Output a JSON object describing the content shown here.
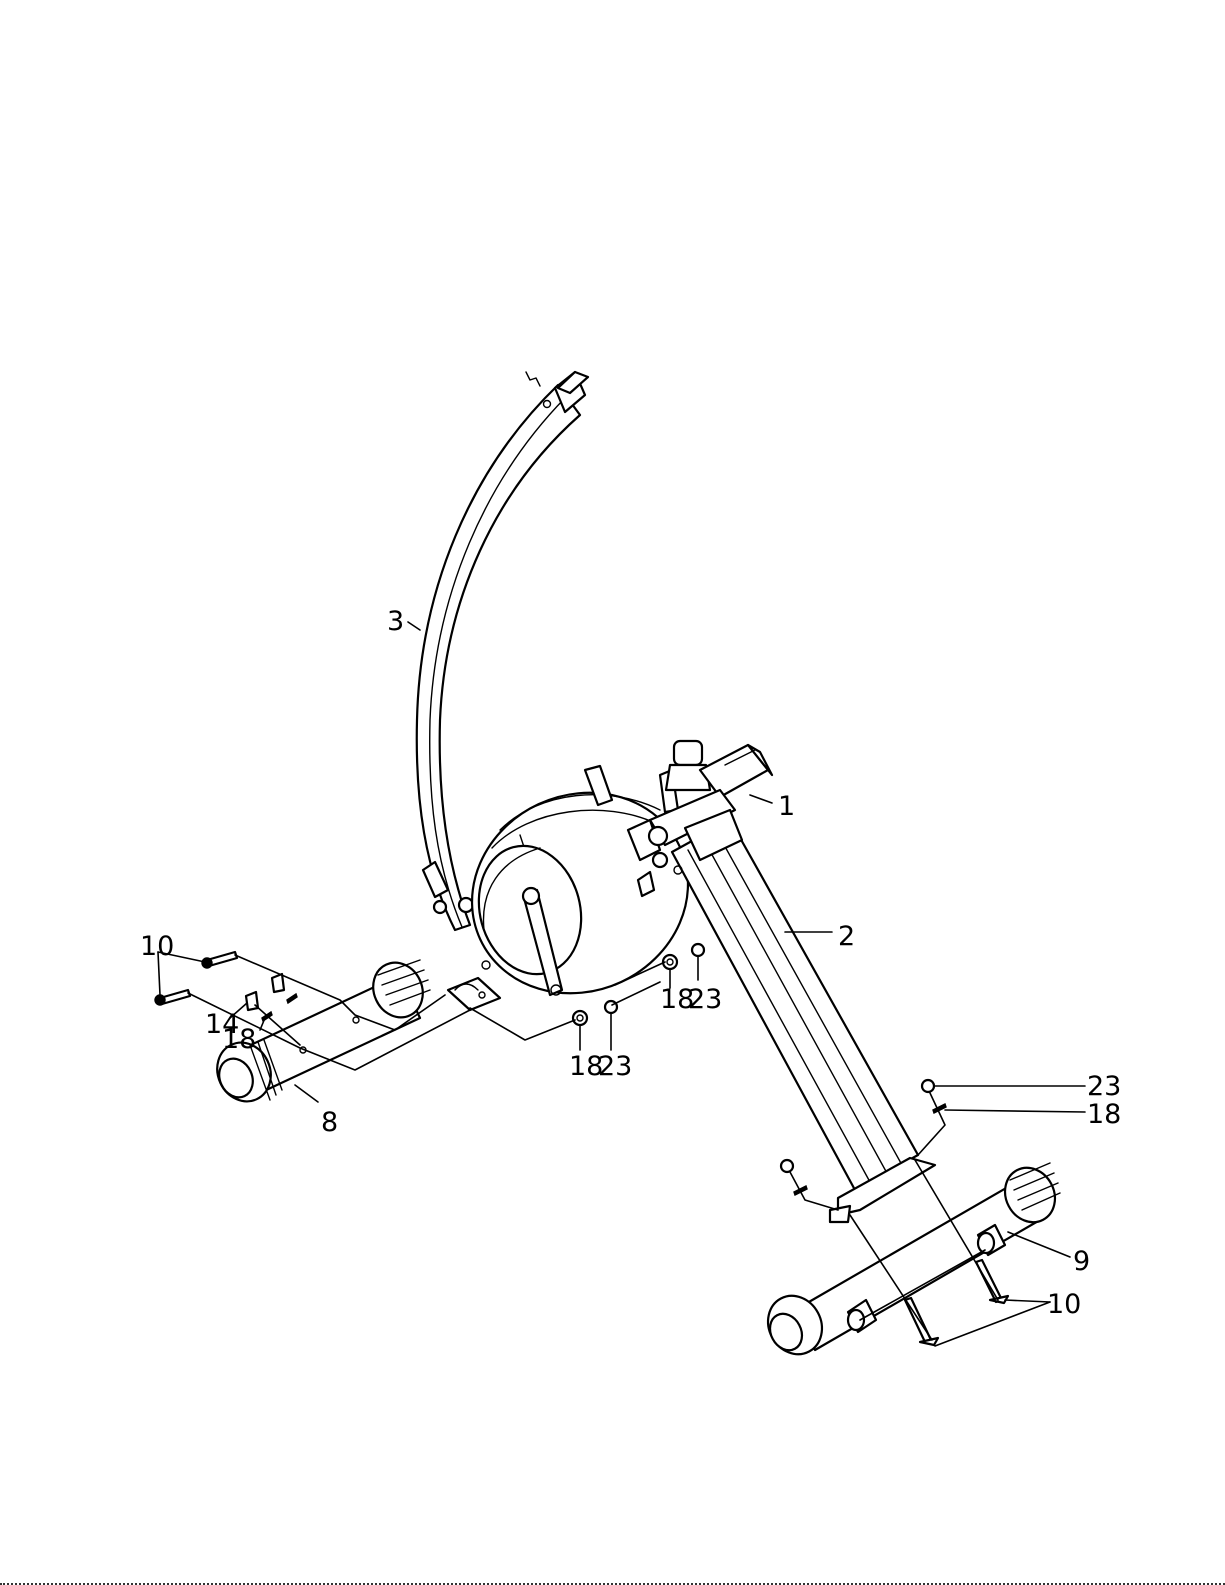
{
  "callouts": [
    {
      "id": "c-3",
      "text": "3"
    },
    {
      "id": "c-1",
      "text": "1"
    },
    {
      "id": "c-2",
      "text": "2"
    },
    {
      "id": "c-10-l",
      "text": "10"
    },
    {
      "id": "c-14",
      "text": "14"
    },
    {
      "id": "c-18-l",
      "text": "18"
    },
    {
      "id": "c-8",
      "text": "8"
    },
    {
      "id": "c-18-m1",
      "text": "18"
    },
    {
      "id": "c-23-m1",
      "text": "23"
    },
    {
      "id": "c-18-m2",
      "text": "18"
    },
    {
      "id": "c-23-m2",
      "text": "23"
    },
    {
      "id": "c-23-r",
      "text": "23"
    },
    {
      "id": "c-18-r",
      "text": "18"
    },
    {
      "id": "c-9",
      "text": "9"
    },
    {
      "id": "c-10-r",
      "text": "10"
    }
  ]
}
